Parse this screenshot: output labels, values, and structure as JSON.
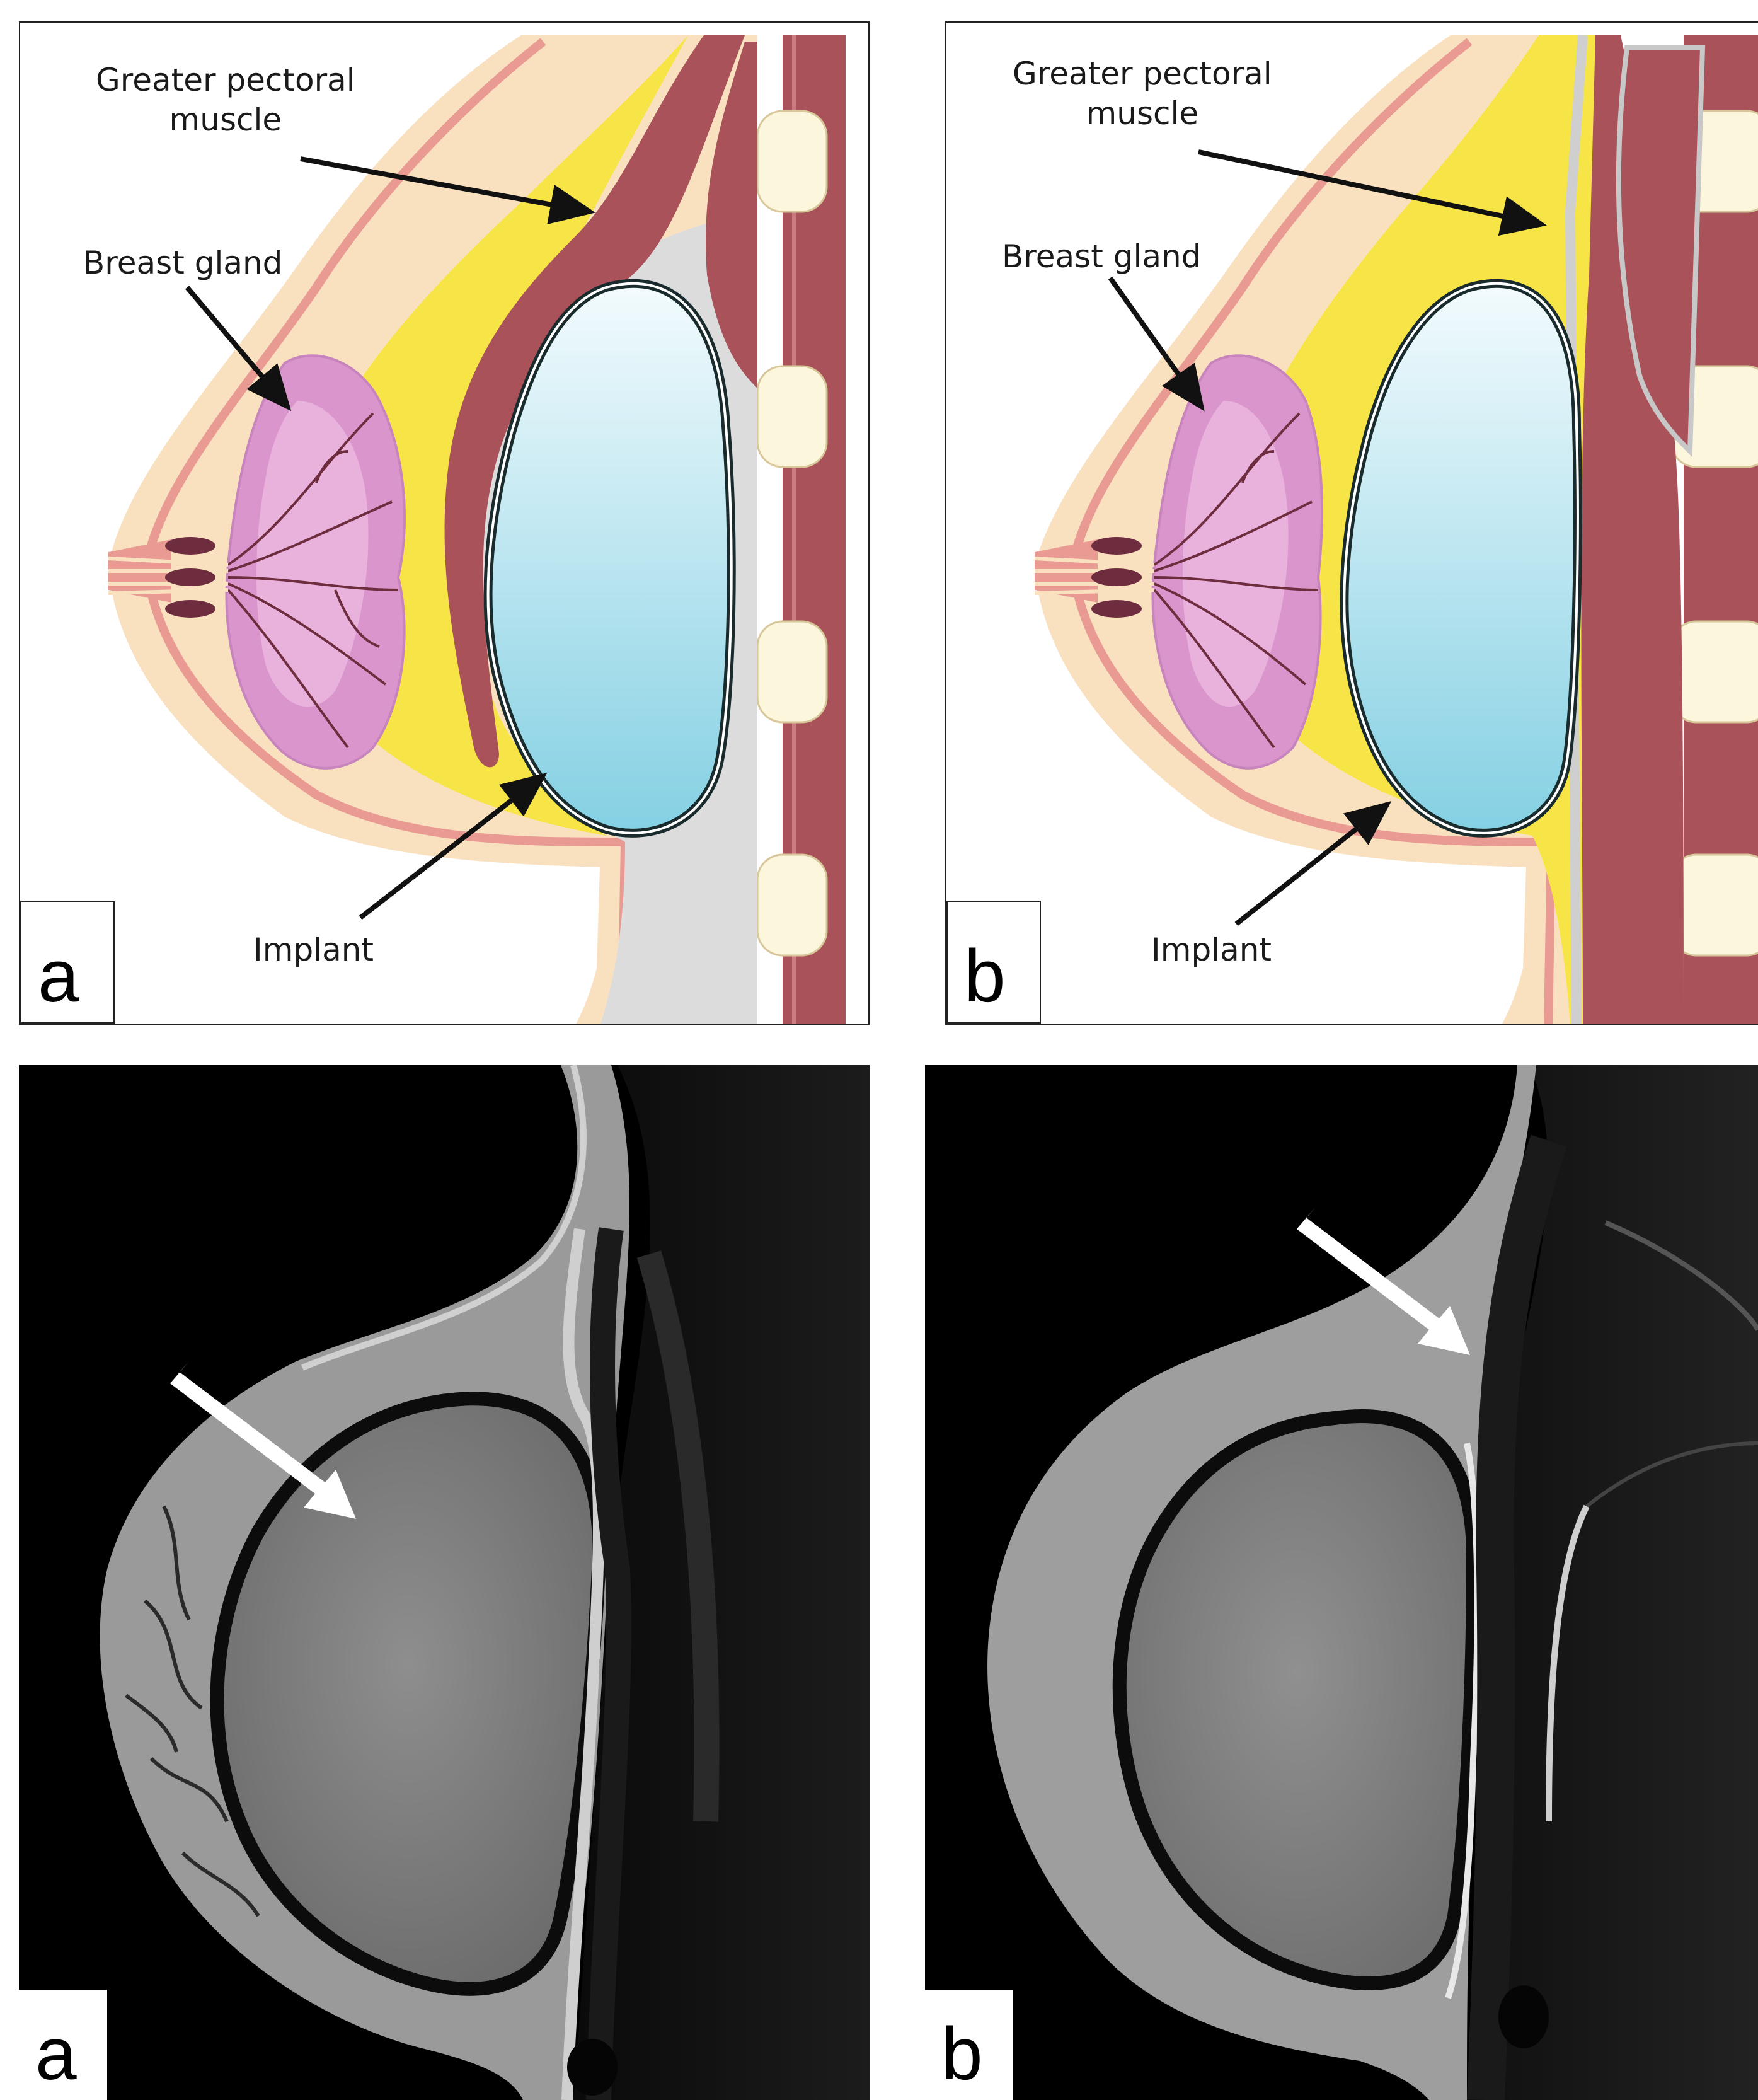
{
  "figure": {
    "illustration_a": {
      "panel_label": "a",
      "labels": {
        "muscle_line1": "Greater pectoral",
        "muscle_line2": "muscle",
        "gland": "Breast gland",
        "implant": "Implant"
      }
    },
    "illustration_b": {
      "panel_label": "b",
      "labels": {
        "muscle_line1": "Greater pectoral",
        "muscle_line2": "muscle",
        "gland": "Breast gland",
        "implant": "Implant"
      }
    },
    "mri_a": {
      "panel_label": "a"
    },
    "mri_b": {
      "panel_label": "b"
    }
  },
  "colors": {
    "skin": "#f9e1c0",
    "dermis_line": "#e99a92",
    "fat": "#f7e547",
    "gland": "#d995cc",
    "muscle": "#a9525a",
    "rib": "#fbf6dc",
    "implant_top": "#f3fbfd",
    "implant_bottom": "#84d0e3",
    "capsule_space": "#dcdcdc"
  }
}
